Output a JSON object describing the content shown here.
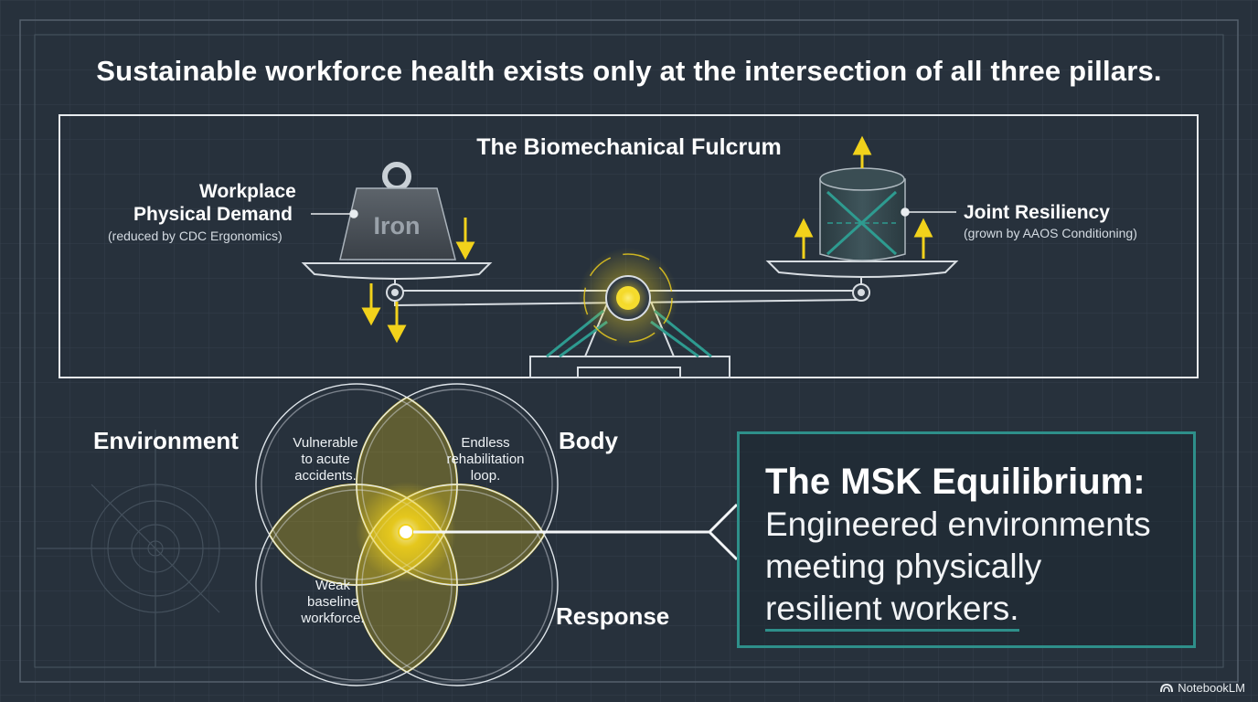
{
  "title": "Sustainable workforce health exists only at the intersection of all three pillars.",
  "fulcrum": {
    "title": "The Biomechanical Fulcrum",
    "left_label": "Workplace",
    "left_label_2": "Physical Demand",
    "left_sub": "(reduced by CDC Ergonomics)",
    "weight_text": "Iron",
    "right_label": "Joint Resiliency",
    "right_sub": "(grown by AAOS Conditioning)"
  },
  "venn": {
    "environment": "Environment",
    "body": "Body",
    "response": "Response",
    "env_body_text": [
      "Vulnerable",
      "to acute",
      "accidents."
    ],
    "body_resp_text": [
      "Endless",
      "rehabilitation",
      "loop."
    ],
    "env_resp_text": [
      "Weak",
      "baseline",
      "workforce."
    ]
  },
  "callout": {
    "heading": "The MSK Equilibrium:",
    "line1": "Engineered environments",
    "line2": "meeting physically",
    "line3": "resilient workers."
  },
  "brand": "NotebookLM",
  "colors": {
    "background": "#27313c",
    "accent_yellow": "#f2d21b",
    "teal": "#2e8f8a",
    "line": "#c9d1d8"
  }
}
